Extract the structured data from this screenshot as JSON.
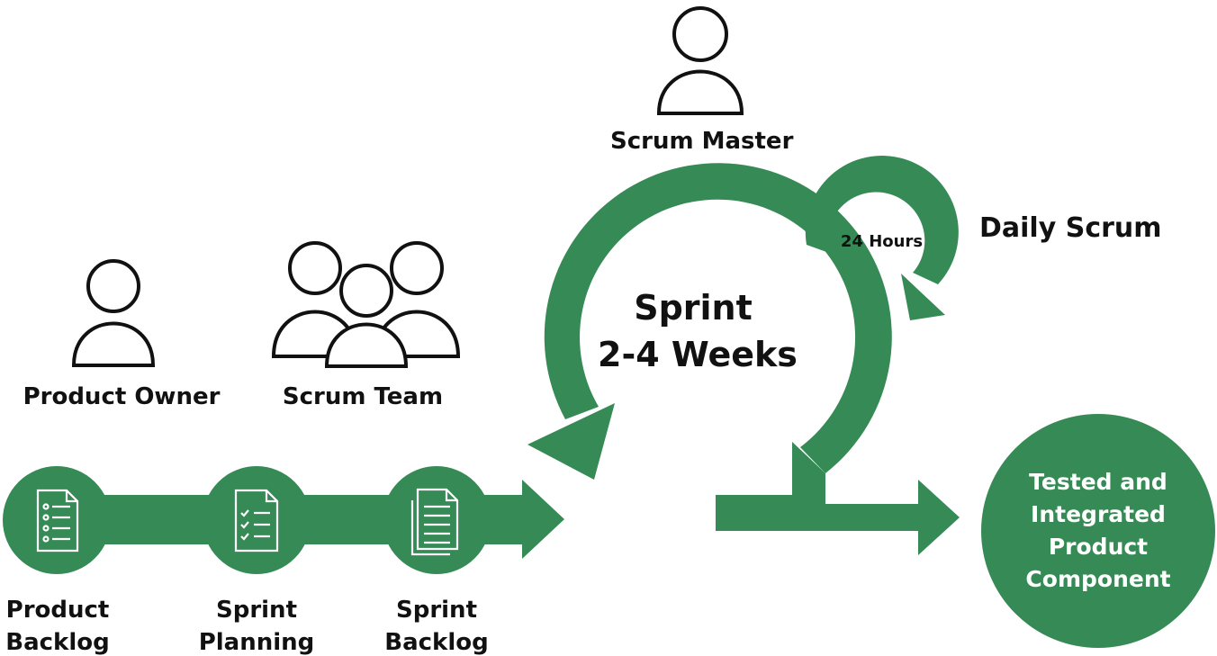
{
  "roles": {
    "scrum_master": "Scrum Master",
    "product_owner": "Product Owner",
    "scrum_team": "Scrum Team"
  },
  "sprint": {
    "title": "Sprint",
    "duration": "2-4 Weeks"
  },
  "daily_scrum": {
    "title": "Daily Scrum",
    "interval": "24 Hours"
  },
  "stages": [
    {
      "line1": "Product",
      "line2": "Backlog",
      "icon": "list-document-icon"
    },
    {
      "line1": "Sprint",
      "line2": "Planning",
      "icon": "checklist-document-icon"
    },
    {
      "line1": "Sprint",
      "line2": "Backlog",
      "icon": "stacked-documents-icon"
    }
  ],
  "result": {
    "line1": "Tested and",
    "line2": "Integrated",
    "line3": "Product",
    "line4": "Component"
  },
  "colors": {
    "accent": "#368A55",
    "icon_stroke": "#ffffff",
    "person_stroke": "#111111"
  }
}
